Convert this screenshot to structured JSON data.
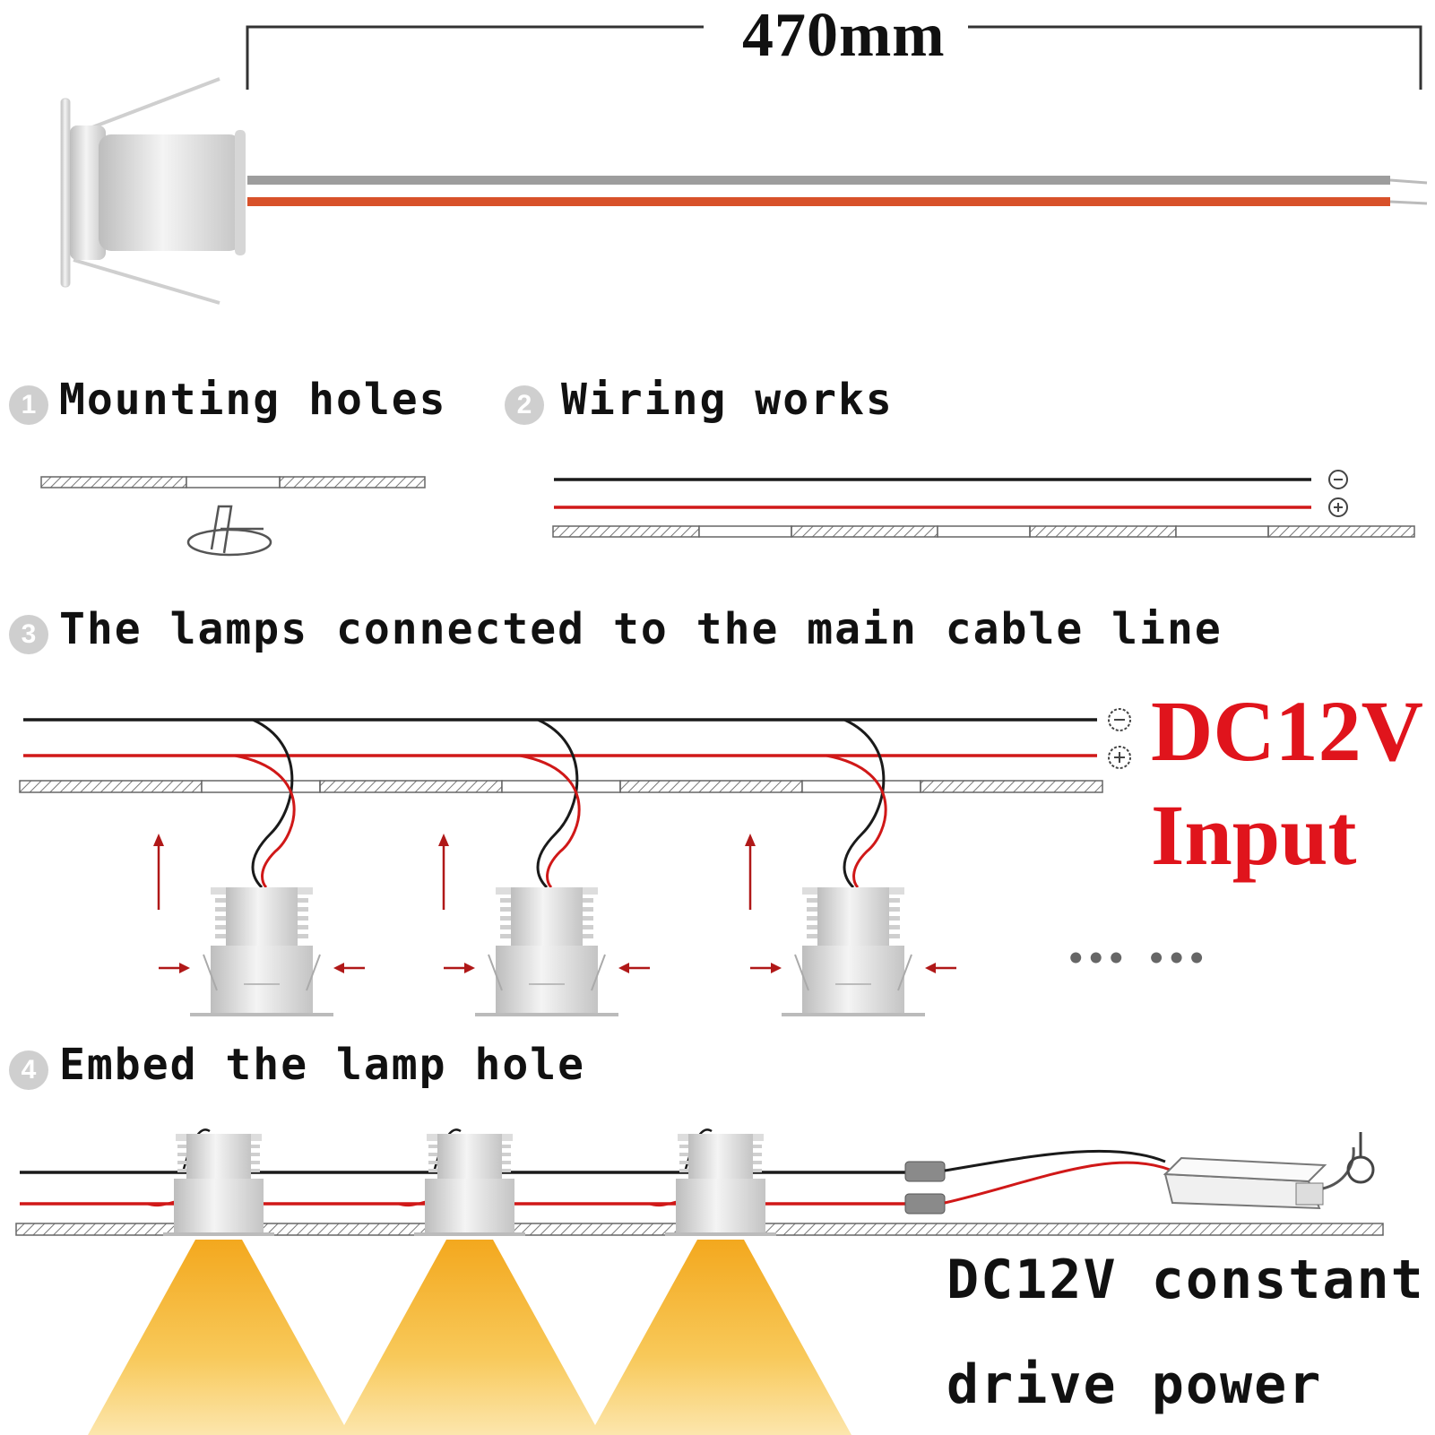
{
  "dimension": {
    "label": "470mm"
  },
  "steps": [
    {
      "number": "1",
      "label": "Mounting holes"
    },
    {
      "number": "2",
      "label": "Wiring works"
    },
    {
      "number": "3",
      "label": "The lamps connected to the main cable line"
    },
    {
      "number": "4",
      "label": "Embed the lamp hole"
    }
  ],
  "polarity": {
    "negative": "−",
    "positive": "+"
  },
  "input": {
    "line1": "DC12V",
    "line2": "Input"
  },
  "driver": {
    "line1": "DC12V constant",
    "line2": "drive power"
  },
  "ellipsis": "••• •••",
  "colors": {
    "red_wire": "#d01818",
    "black_wire": "#1a1a1a",
    "light_beam": "#f6b52a",
    "input_text": "#e0141c"
  }
}
